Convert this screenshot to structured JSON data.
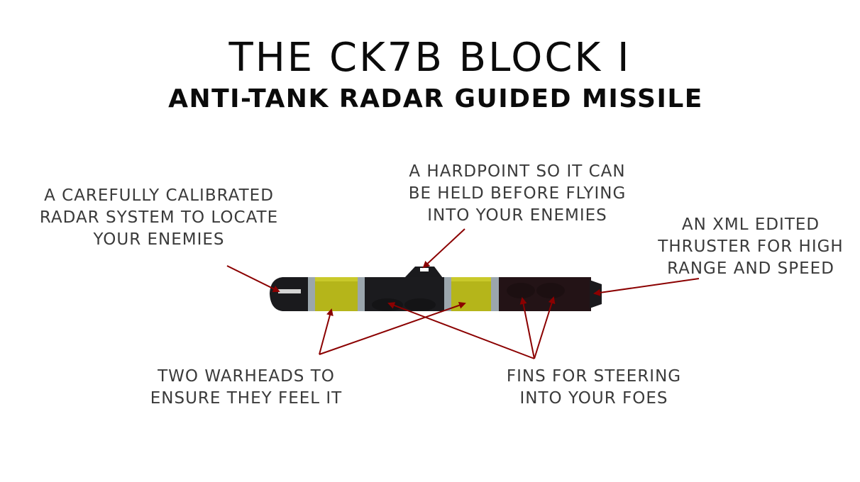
{
  "title": "THE CK7B BLOCK I",
  "subtitle": "ANTI-TANK RADAR GUIDED MISSILE",
  "callouts": {
    "radar": [
      "A CAREFULLY CALIBRATED",
      "RADAR SYSTEM TO LOCATE",
      "YOUR ENEMIES"
    ],
    "hardpoint": [
      "A HARDPOINT SO IT CAN",
      "BE HELD BEFORE FLYING",
      "INTO YOUR ENEMIES"
    ],
    "thruster": [
      "AN XML EDITED",
      "THRUSTER FOR HIGH",
      "RANGE AND SPEED"
    ],
    "warheads": [
      "TWO WARHEADS TO",
      "ENSURE THEY FEEL IT"
    ],
    "fins": [
      "FINS FOR STEERING",
      "INTO YOUR FOES"
    ]
  },
  "colors": {
    "arrow": "#8b0000",
    "missile_body": "#1a1a1d",
    "warhead_band": "#b5b51a",
    "separator_band": "#9ba6ad",
    "thruster": "#231316",
    "text": "#3a3a3a"
  }
}
